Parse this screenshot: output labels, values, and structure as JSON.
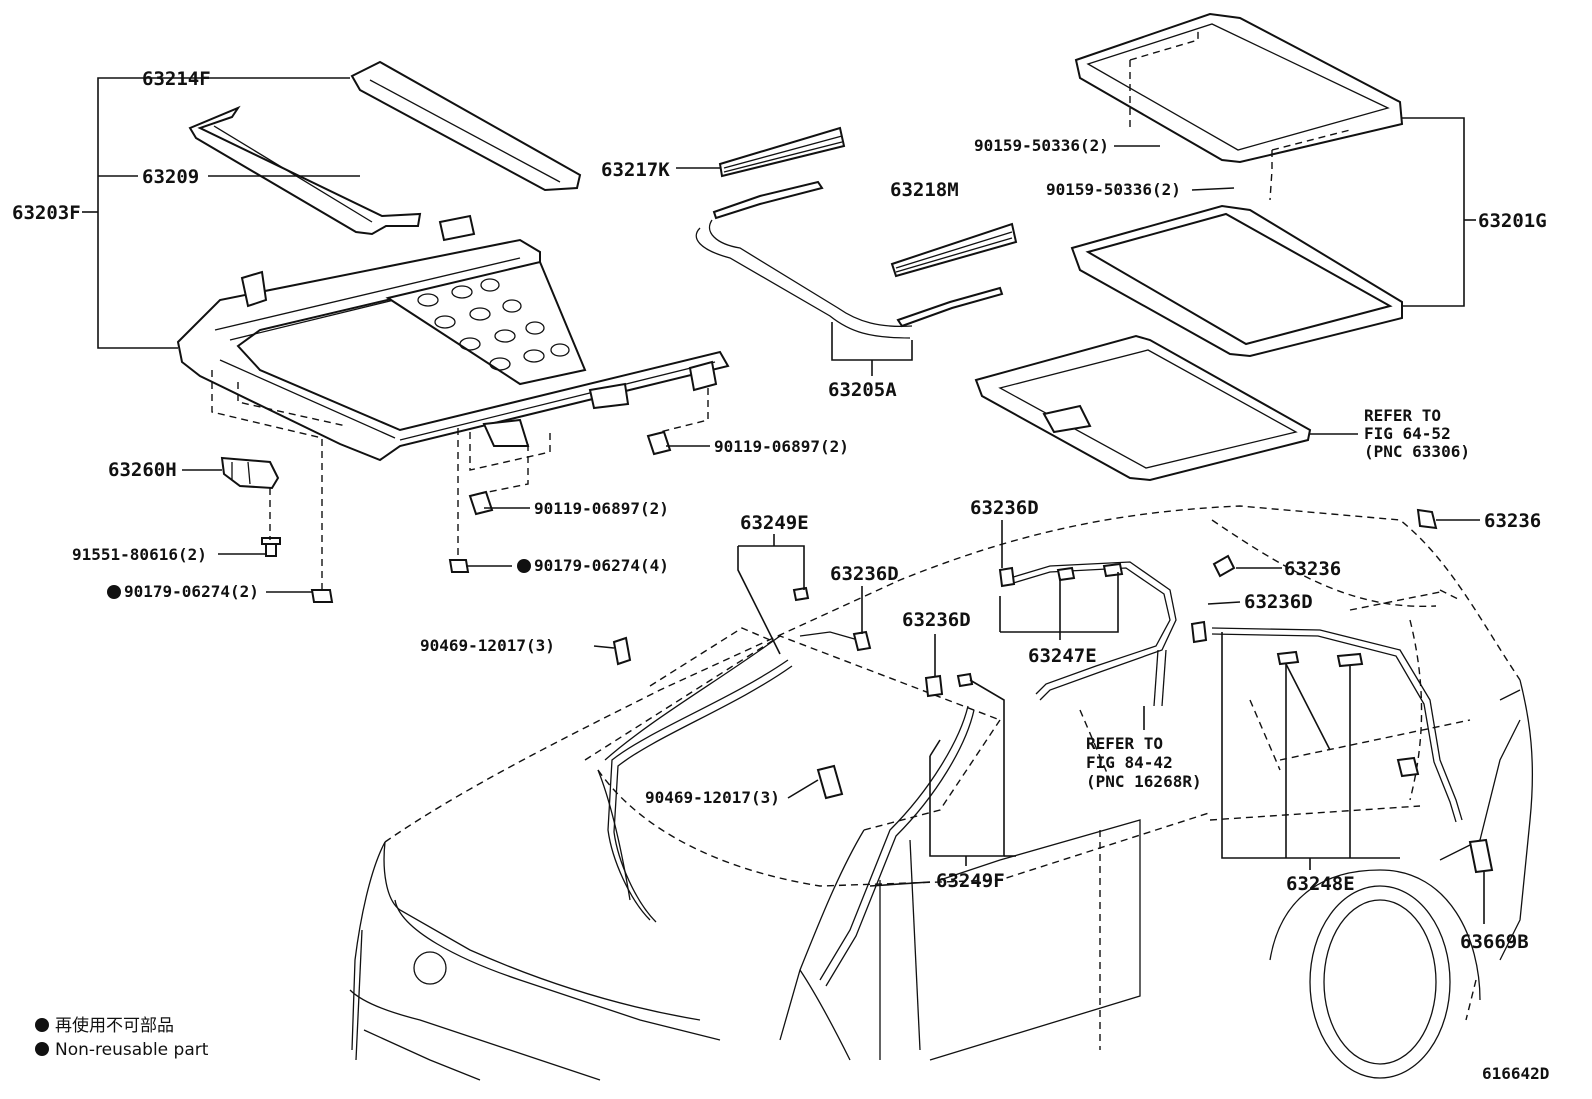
{
  "labels": {
    "p63214F": "63214F",
    "p63209": "63209",
    "p63203F": "63203F",
    "p63217K": "63217K",
    "p63218M": "63218M",
    "p63205A": "63205A",
    "p63201G": "63201G",
    "p90159a": "90159-50336(2)",
    "p90159b": "90159-50336(2)",
    "p90119a": "90119-06897(2)",
    "p90119b": "90119-06897(2)",
    "p63260H": "63260H",
    "p91551": "91551-80616(2)",
    "p90179a": "90179-06274(2)",
    "p90179b": "90179-06274(4)",
    "ref1": [
      "REFER TO",
      "FIG 64-52",
      "(PNC 63306)"
    ],
    "p63249E": "63249E",
    "p63236D_a": "63236D",
    "p63236D_b": "63236D",
    "p63236D_c": "63236D",
    "p63236D_d": "63236D",
    "p63236_a": "63236",
    "p63236_b": "63236",
    "p90469a": "90469-12017(3)",
    "p90469b": "90469-12017(3)",
    "p63247E": "63247E",
    "ref2": [
      "REFER TO",
      "FIG 84-42",
      "(PNC 16268R)"
    ],
    "p63249F": "63249F",
    "p63248E": "63248E",
    "p63669B": "63669B"
  },
  "legend": {
    "line1": "再使用不可部品",
    "line2": "Non-reusable part"
  },
  "figure_id": "616642D",
  "colors": {
    "ink": "#111111",
    "paper": "#ffffff"
  }
}
